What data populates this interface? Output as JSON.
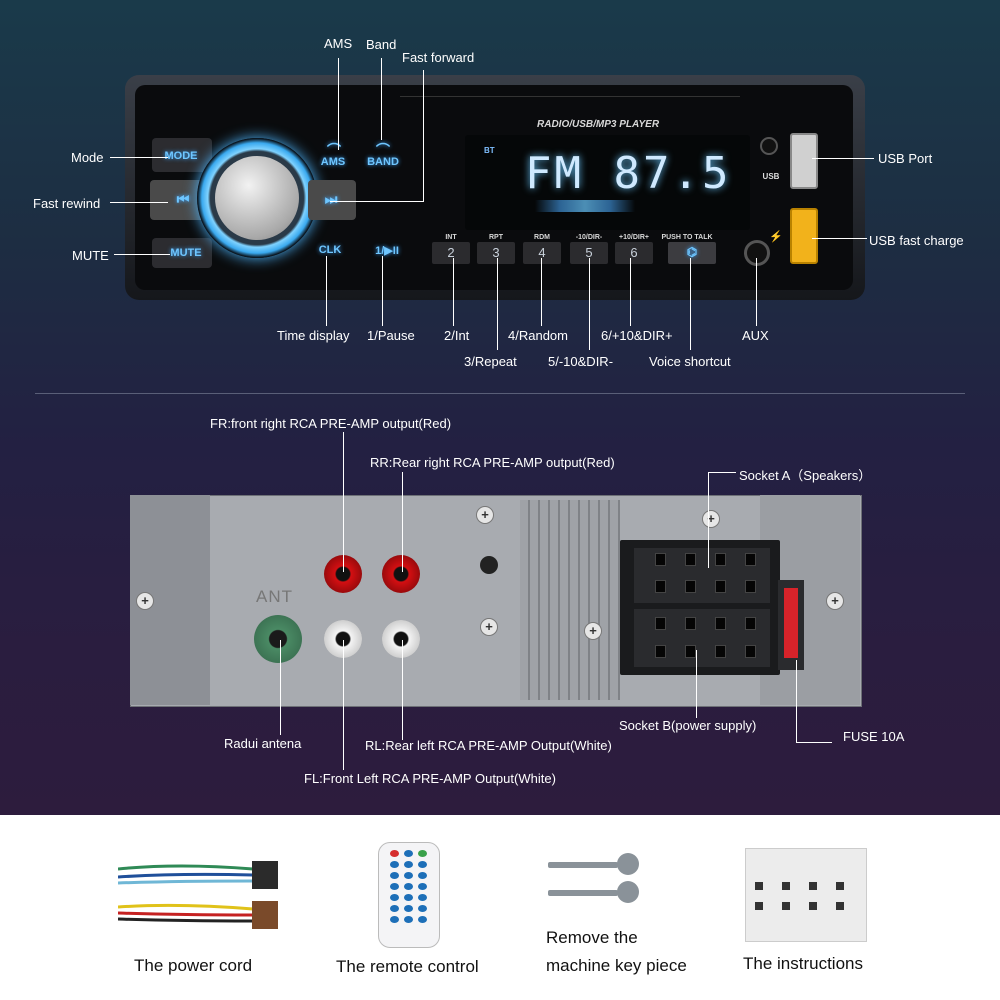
{
  "front": {
    "player_title": "RADIO/USB/MP3 PLAYER",
    "bt": "BT",
    "display_text": "FM 87.5",
    "buttons": {
      "mode": "MODE",
      "ams": "AMS",
      "band": "BAND",
      "mute": "MUTE",
      "clk": "CLK",
      "play": "1/▶II",
      "usb": "USB"
    },
    "keys": [
      {
        "cap": "INT",
        "num": "2"
      },
      {
        "cap": "RPT",
        "num": "3"
      },
      {
        "cap": "RDM",
        "num": "4"
      },
      {
        "cap": "-10/DIR-",
        "num": "5"
      },
      {
        "cap": "+10/DIR+",
        "num": "6"
      },
      {
        "cap": "PUSH TO TALK",
        "num": ""
      }
    ],
    "labels": {
      "ams": "AMS",
      "band": "Band",
      "fast_forward": "Fast forward",
      "mode": "Mode",
      "fast_rewind": "Fast rewind",
      "mute": "MUTE",
      "usb_port": "USB Port",
      "usb_fast_charge": "USB fast charge",
      "time_display": "Time display",
      "pause": "1/Pause",
      "int": "2/Int",
      "repeat": "3/Repeat",
      "random": "4/Random",
      "dir_minus": "5/-10&DIR-",
      "dir_plus": "6/+10&DIR+",
      "voice": "Voice shortcut",
      "aux": "AUX"
    }
  },
  "back": {
    "ant": "ANT",
    "labels": {
      "fr": "FR:front right RCA PRE-AMP output(Red)",
      "rr": "RR:Rear right RCA PRE-AMP output(Red)",
      "socket_a": "Socket A（Speakers）",
      "radio_antenna": "Radui antena",
      "rl": "RL:Rear left RCA PRE-AMP Output(White)",
      "fl": "FL:Front Left RCA PRE-AMP Output(White)",
      "socket_b": "Socket B(power supply)",
      "fuse": "FUSE 10A"
    }
  },
  "accessories": {
    "power_cord": "The power cord",
    "remote": "The remote control",
    "key_line1": "Remove the",
    "key_line2": "machine key piece",
    "instructions": "The instructions"
  }
}
